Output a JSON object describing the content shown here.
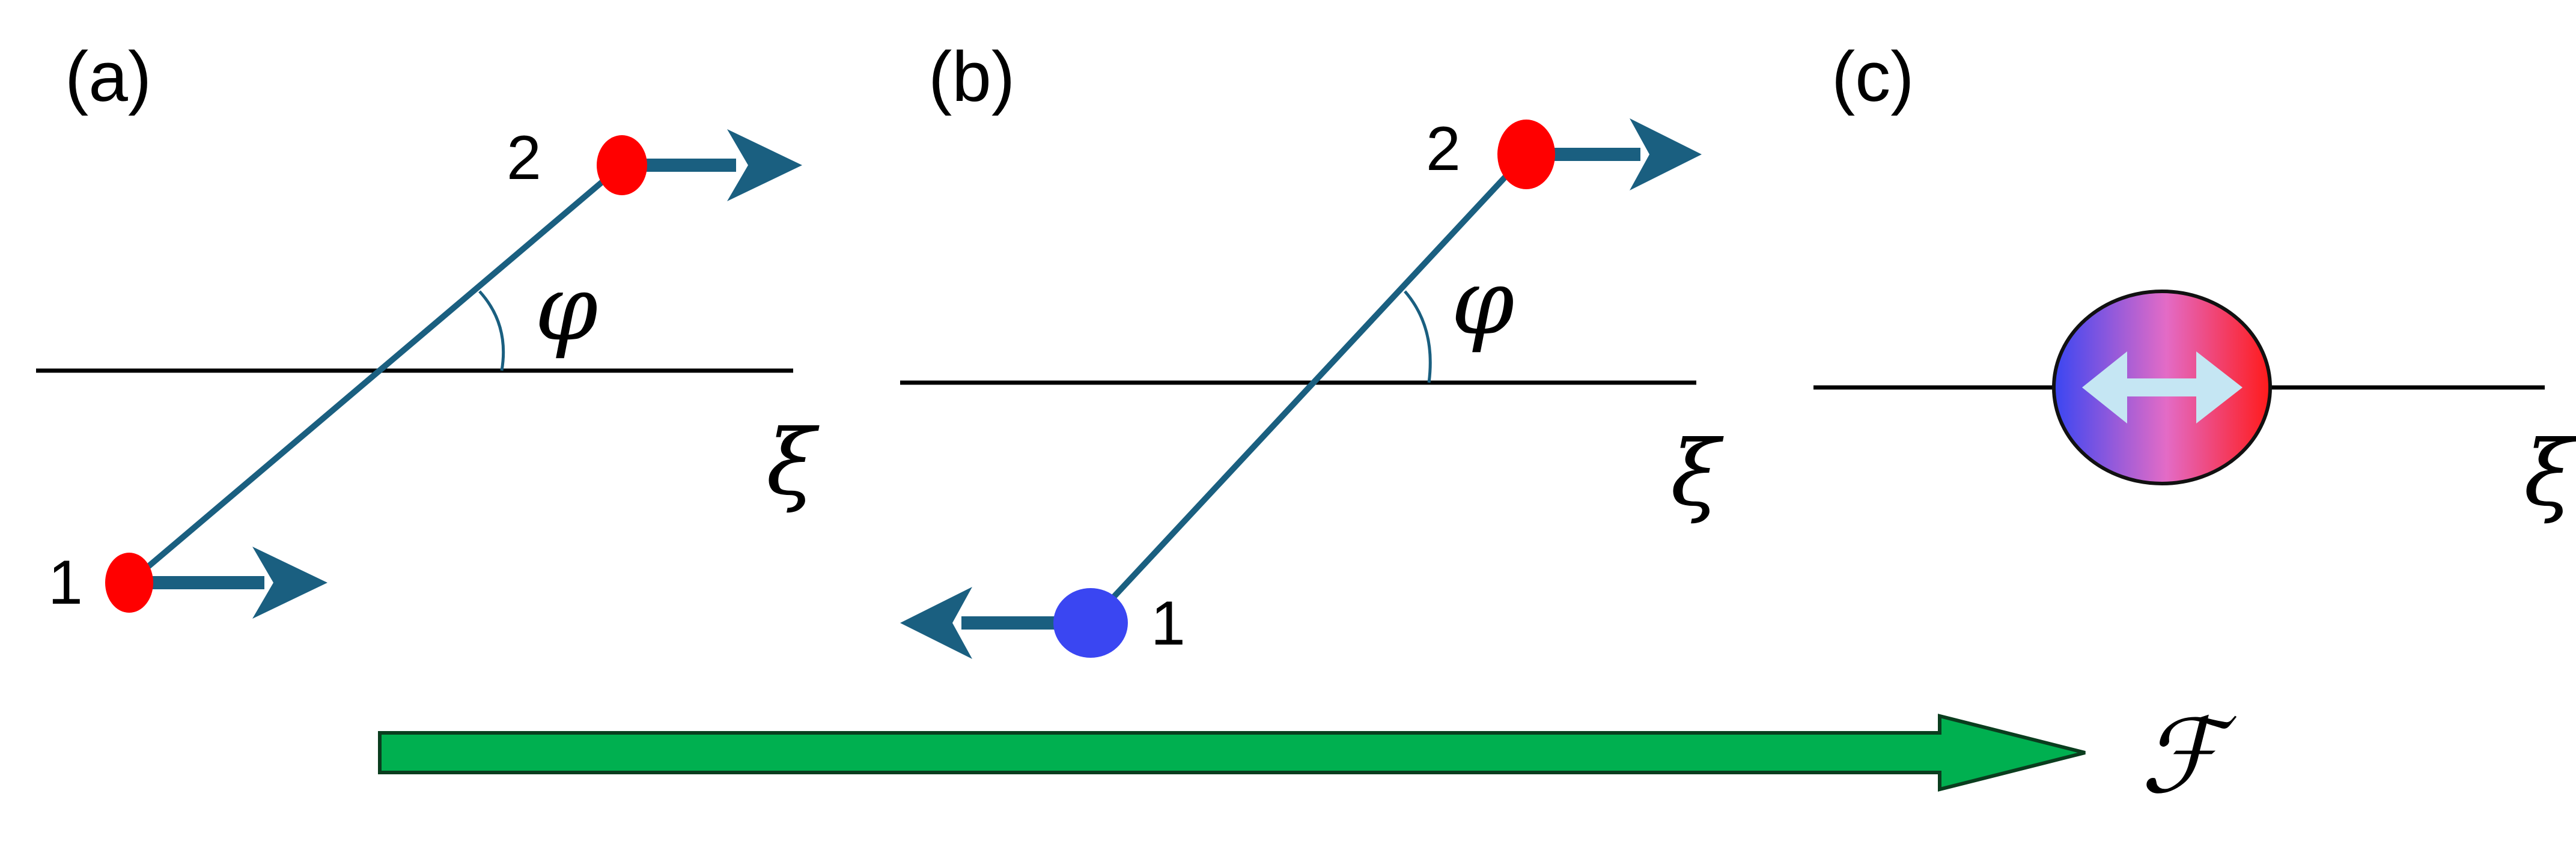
{
  "panels": [
    {
      "label": "(a)",
      "particle_1": {
        "label": "1",
        "color": "#ff0000",
        "arrow": "right"
      },
      "particle_2": {
        "label": "2",
        "color": "#ff0000",
        "arrow": "right"
      },
      "angle_symbol": "φ",
      "axis_symbol": "ξ"
    },
    {
      "label": "(b)",
      "particle_1": {
        "label": "1",
        "color": "#3a46f2",
        "arrow": "left"
      },
      "particle_2": {
        "label": "2",
        "color": "#ff0000",
        "arrow": "right"
      },
      "angle_symbol": "φ",
      "axis_symbol": "ξ"
    },
    {
      "label": "(c)",
      "axis_symbol": "ξ",
      "blob_gradient": [
        "#3a46f2",
        "#e36bc6",
        "#ff1a1a"
      ],
      "double_arrow_color": "#c5e6f3"
    }
  ],
  "force_symbol": "ℱ",
  "colors": {
    "arrow": "#1a5f80",
    "force_arrow": "#00b050",
    "force_arrow_outline": "#0a3d1e"
  }
}
